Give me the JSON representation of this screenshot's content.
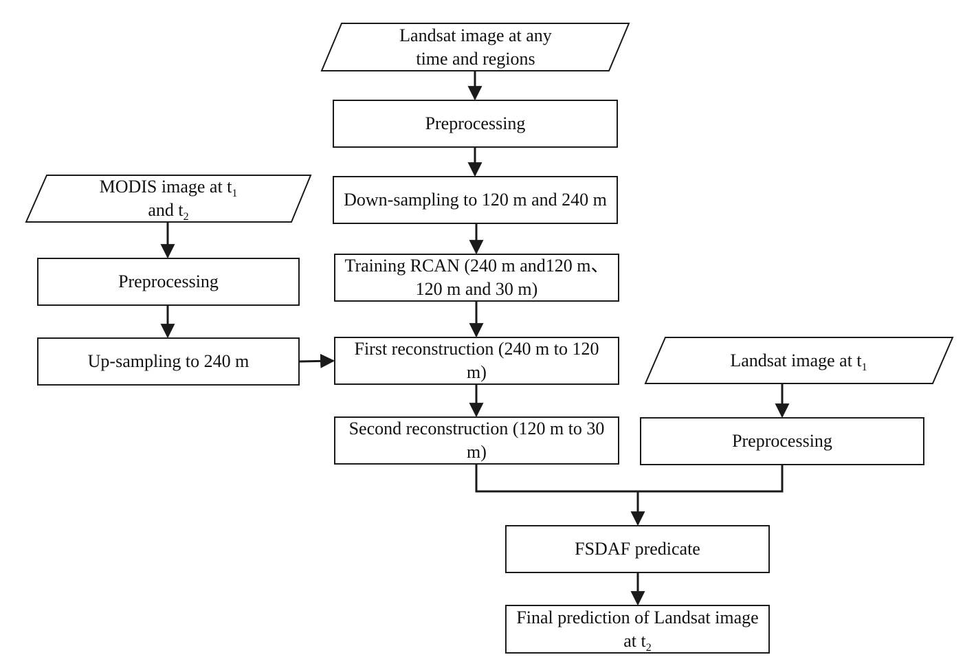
{
  "diagram": {
    "nodes": {
      "landsat_input": {
        "shape": "parallelogram",
        "line1": "Landsat image at any",
        "line2": "time and regions"
      },
      "preprocessing_center": {
        "shape": "rect",
        "label": "Preprocessing"
      },
      "downsampling": {
        "shape": "rect",
        "label": "Down-sampling to 120 m and 240 m"
      },
      "training_rcan": {
        "shape": "rect",
        "line1": "Training RCAN (240 m and120 m、",
        "line2": "120 m and 30 m)"
      },
      "first_reconstruction": {
        "shape": "rect",
        "line1": "First reconstruction (240 m to 120",
        "line2": "m)"
      },
      "second_reconstruction": {
        "shape": "rect",
        "line1": "Second reconstruction (120 m to 30",
        "line2": "m)"
      },
      "modis_input": {
        "shape": "parallelogram",
        "line1_prefix": "MODIS image at t",
        "line1_sub": "1",
        "line2_prefix": "and t",
        "line2_sub": "2"
      },
      "preprocessing_modis": {
        "shape": "rect",
        "label": "Preprocessing"
      },
      "upsampling": {
        "shape": "rect",
        "label": "Up-sampling to 240 m"
      },
      "landsat_t1_input": {
        "shape": "parallelogram",
        "prefix": "Landsat image at t",
        "sub": "1"
      },
      "preprocessing_landsat_t1": {
        "shape": "rect",
        "label": "Preprocessing"
      },
      "fsdaf": {
        "shape": "rect",
        "label": "FSDAF predicate"
      },
      "final_prediction": {
        "shape": "rect",
        "line1": "Final prediction of Landsat image",
        "line2_prefix": "at t",
        "line2_sub": "2"
      }
    },
    "edges": [
      {
        "from": "landsat_input",
        "to": "preprocessing_center"
      },
      {
        "from": "preprocessing_center",
        "to": "downsampling"
      },
      {
        "from": "downsampling",
        "to": "training_rcan"
      },
      {
        "from": "training_rcan",
        "to": "first_reconstruction"
      },
      {
        "from": "first_reconstruction",
        "to": "second_reconstruction"
      },
      {
        "from": "modis_input",
        "to": "preprocessing_modis"
      },
      {
        "from": "preprocessing_modis",
        "to": "upsampling"
      },
      {
        "from": "upsampling",
        "to": "first_reconstruction"
      },
      {
        "from": "landsat_t1_input",
        "to": "preprocessing_landsat_t1"
      },
      {
        "from": "second_reconstruction",
        "to": "fsdaf"
      },
      {
        "from": "preprocessing_landsat_t1",
        "to": "fsdaf"
      },
      {
        "from": "fsdaf",
        "to": "final_prediction"
      }
    ],
    "colors": {
      "stroke": "#1a1a1a",
      "fill": "#ffffff",
      "text": "#111111"
    }
  }
}
